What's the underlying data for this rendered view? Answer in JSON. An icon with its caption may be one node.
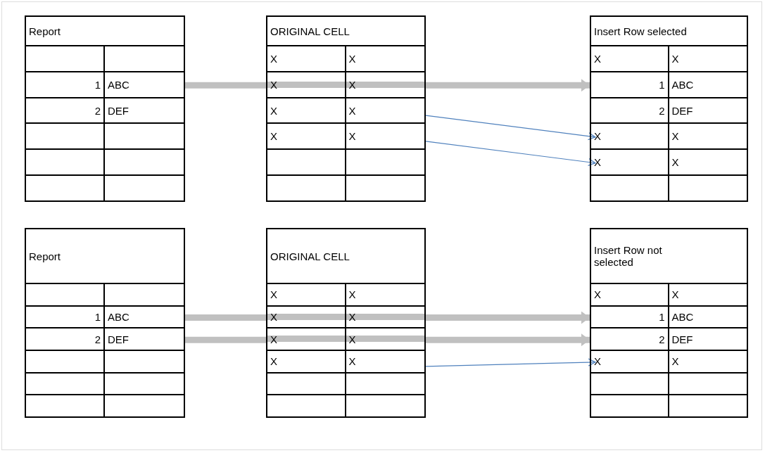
{
  "diagram": {
    "nodes": [
      {
        "text": [
          "Report"
        ]
      },
      {
        "text": [],
        "shape": "box",
        "in": 0
      },
      {
        "text": [
          "1",
          "ABC"
        ],
        "in": 0
      },
      {
        "text": [
          "2",
          "DEF"
        ],
        "in": 0
      },
      {
        "text": [],
        "shape": "box",
        "in": 0
      },
      {
        "text": [],
        "shape": "box",
        "in": 0
      },
      {
        "text": [],
        "shape": "box",
        "in": 0
      },
      {
        "text": [
          "ORIGINAL CELL"
        ]
      },
      {
        "text": [
          "X",
          "X"
        ],
        "in": 7
      },
      {
        "text": [
          "X",
          "X"
        ],
        "in": 7
      },
      {
        "text": [
          "X",
          "X"
        ],
        "in": 7
      },
      {
        "text": [
          "X",
          "X"
        ],
        "in": 7
      },
      {
        "text": [],
        "shape": "box",
        "in": 7
      },
      {
        "text": [],
        "shape": "box",
        "in": 7
      },
      {
        "text": [
          "Insert Row selected"
        ]
      },
      {
        "text": [
          "X",
          "X"
        ],
        "in": 14
      },
      {
        "text": [
          "1",
          "ABC"
        ],
        "in": 14
      },
      {
        "text": [
          "2",
          "DEF"
        ],
        "in": 14
      },
      {
        "text": [
          "X",
          "X"
        ],
        "in": 14
      },
      {
        "text": [
          "X",
          "X"
        ],
        "in": 14
      },
      {
        "text": [],
        "shape": "box",
        "in": 14
      },
      {
        "text": [
          "Report"
        ]
      },
      {
        "text": [],
        "shape": "box",
        "in": 21
      },
      {
        "text": [
          "1",
          "ABC"
        ],
        "in": 21
      },
      {
        "text": [
          "2",
          "DEF"
        ],
        "in": 21
      },
      {
        "text": [],
        "shape": "box",
        "in": 21
      },
      {
        "text": [],
        "shape": "box",
        "in": 21
      },
      {
        "text": [],
        "shape": "box",
        "in": 21
      },
      {
        "text": [
          "ORIGINAL CELL"
        ]
      },
      {
        "text": [
          "X",
          "X"
        ],
        "in": 28
      },
      {
        "text": [
          "X",
          "X"
        ],
        "in": 28
      },
      {
        "text": [
          "X",
          "X"
        ],
        "in": 28
      },
      {
        "text": [
          "X",
          "X"
        ],
        "in": 28
      },
      {
        "text": [],
        "shape": "box",
        "in": 28
      },
      {
        "text": [],
        "shape": "box",
        "in": 28
      },
      {
        "text": [
          "Insert Row not selected"
        ]
      },
      {
        "text": [
          "X",
          "X"
        ],
        "in": 35
      },
      {
        "text": [
          "1",
          "ABC"
        ],
        "in": 35
      },
      {
        "text": [
          "2",
          "DEF"
        ],
        "in": 35
      },
      {
        "text": [
          "X",
          "X"
        ],
        "in": 35
      },
      {
        "text": [],
        "shape": "box",
        "in": 35
      },
      {
        "text": [],
        "shape": "box",
        "in": 35
      }
    ],
    "edges": [
      {
        "from": 2,
        "to": 9,
        "arrow": "none"
      },
      {
        "from": 9,
        "to": 16,
        "arrow": "to"
      },
      {
        "from": 10,
        "to": 18,
        "arrow": "to",
        "color": "#4f81bd"
      },
      {
        "from": 11,
        "to": 19,
        "arrow": "to",
        "color": "#4f81bd"
      },
      {
        "from": 23,
        "to": 30,
        "arrow": "none"
      },
      {
        "from": 30,
        "to": 37,
        "arrow": "to"
      },
      {
        "from": 24,
        "to": 31,
        "arrow": "none"
      },
      {
        "from": 31,
        "to": 38,
        "arrow": "to"
      },
      {
        "from": 32,
        "to": 39,
        "arrow": "to",
        "color": "#4f81bd"
      }
    ]
  }
}
